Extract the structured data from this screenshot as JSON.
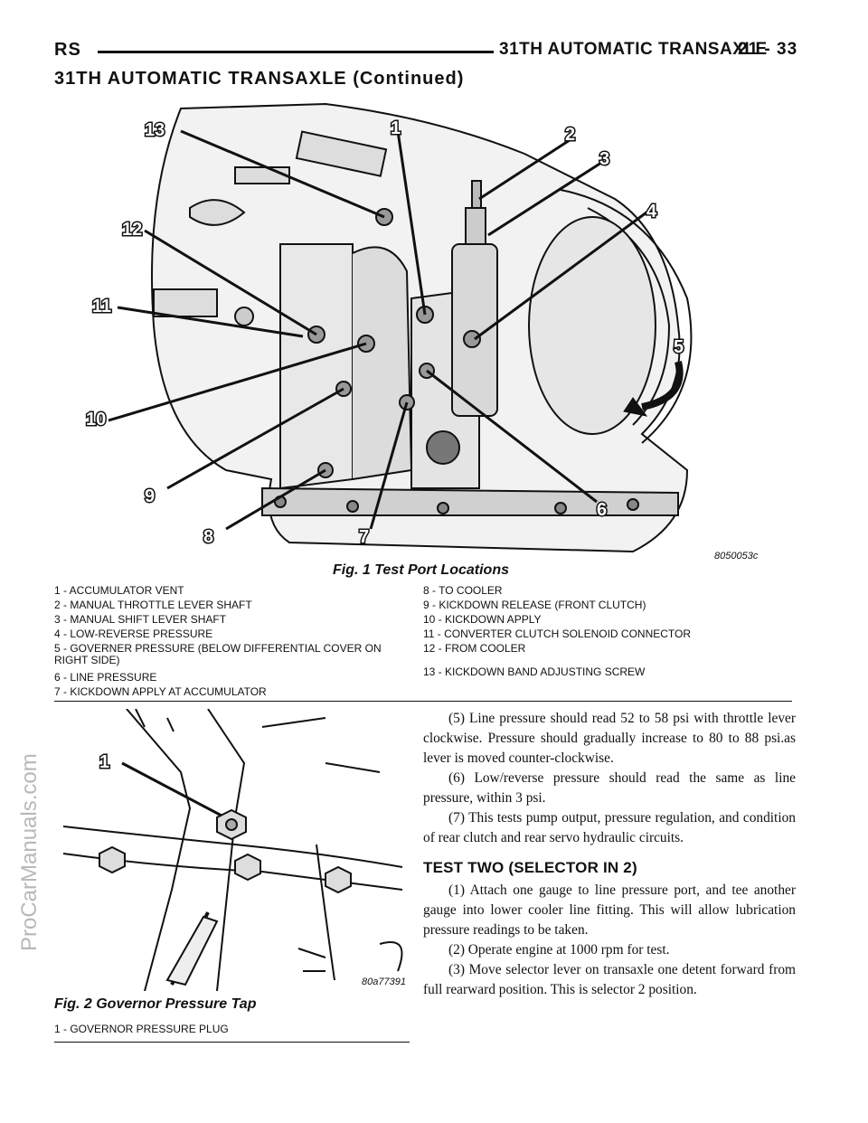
{
  "header": {
    "left": "RS",
    "title": "31TH AUTOMATIC TRANSAXLE",
    "page": "21 - 33"
  },
  "section_continued": "31TH AUTOMATIC TRANSAXLE (Continued)",
  "watermark": "ProCarManuals.com",
  "figure1": {
    "caption": "Fig. 1 Test Port Locations",
    "image_code": "8050053c",
    "callouts": [
      "1",
      "2",
      "3",
      "4",
      "5",
      "6",
      "7",
      "8",
      "9",
      "10",
      "11",
      "12",
      "13"
    ],
    "legend_left": [
      "1 - ACCUMULATOR VENT",
      "2 - MANUAL THROTTLE LEVER SHAFT",
      "3 - MANUAL SHIFT LEVER SHAFT",
      "4 - LOW-REVERSE PRESSURE",
      "5 - GOVERNER PRESSURE (BELOW DIFFERENTIAL COVER ON",
      "RIGHT SIDE)",
      "6 - LINE PRESSURE",
      "7 - KICKDOWN APPLY AT ACCUMULATOR"
    ],
    "legend_right": [
      "8 - TO COOLER",
      "9 - KICKDOWN RELEASE (FRONT CLUTCH)",
      "10 - KICKDOWN APPLY",
      "11 - CONVERTER CLUTCH SOLENOID CONNECTOR",
      "12 - FROM COOLER",
      "13 - KICKDOWN BAND ADJUSTING SCREW"
    ]
  },
  "figure2": {
    "caption": "Fig. 2 Governor Pressure Tap",
    "image_code": "80a77391",
    "callouts": [
      "1"
    ],
    "legend": [
      "1 - GOVERNOR PRESSURE PLUG"
    ]
  },
  "body": {
    "paragraphs_a": [
      "(5) Line pressure should read 52 to 58 psi with throttle lever clockwise. Pressure should gradually increase to 80 to 88 psi.as lever is moved counter-clockwise.",
      "(6) Low/reverse pressure should read the same as line pressure, within 3 psi.",
      "(7) This tests pump output, pressure regulation, and condition of rear clutch and rear servo hydraulic circuits."
    ],
    "heading": "TEST TWO (SELECTOR IN 2)",
    "paragraphs_b": [
      "(1) Attach one gauge to line pressure port, and tee another gauge into lower cooler line fitting. This will allow lubrication pressure readings to be taken.",
      "(2) Operate engine at 1000 rpm for test.",
      "(3) Move selector lever on transaxle one detent forward from full rearward position. This is selector 2 position."
    ]
  }
}
